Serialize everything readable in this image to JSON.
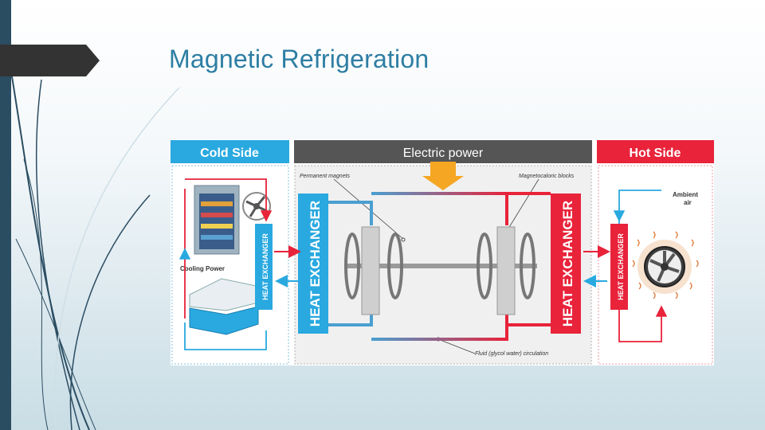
{
  "slide": {
    "title": "Magnetic Refrigeration"
  },
  "diagram": {
    "headers": {
      "cold_side": "Cold Side",
      "electric_power": "Electric power",
      "hot_side": "Hot Side"
    },
    "labels": {
      "permanent_magnets": "Permanent magnets",
      "magnetocaloric_blocks": "Magnetocaloric blocks",
      "fluid_circulation": "Fluid (glycol water) circulation",
      "cooling_power": "Cooling Power",
      "ambient_air_1": "Ambient",
      "ambient_air_2": "air",
      "heat_exchanger": "HEAT EXCHANGER"
    },
    "colors": {
      "cold": "#29a9e0",
      "hot": "#e8233a",
      "power": "#555555",
      "arrow_orange": "#f5a623",
      "title": "#2d7ea3",
      "sidebar": "#2b4d62"
    }
  }
}
